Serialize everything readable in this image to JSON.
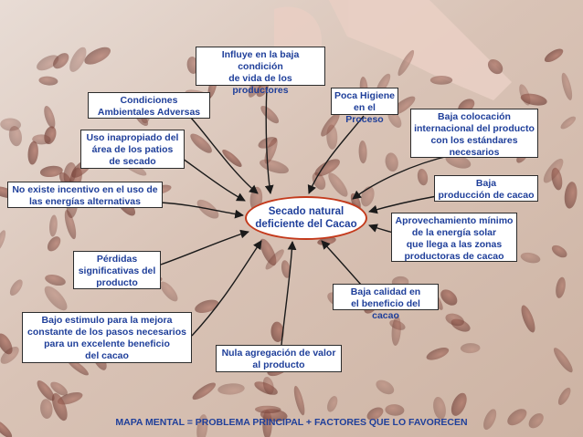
{
  "central_topic": "Secado natural\ndeficiente del Cacao",
  "factors": [
    {
      "id": "influye",
      "text": "Influye en la baja condición\n de  vida de los\nproductores"
    },
    {
      "id": "poca_higiene",
      "text": "Poca Higiene\nen el Proceso"
    },
    {
      "id": "condiciones",
      "text": "Condiciones\nAmbientales Adversas"
    },
    {
      "id": "baja_colocacion",
      "text": "Baja colocación\ninternacional del producto\ncon los estándares\nnecesarios"
    },
    {
      "id": "uso_inapropiado",
      "text": "Uso inapropiado del\nárea de los patios\nde secado"
    },
    {
      "id": "no_incentivo",
      "text": "No existe incentivo en el uso de\nlas energías alternativas"
    },
    {
      "id": "baja_produccion",
      "text": "Baja\nproducción de cacao"
    },
    {
      "id": "aprovechamiento",
      "text": "Aprovechamiento mínimo\nde la energía solar\nque llega a las zonas\nproductoras de cacao"
    },
    {
      "id": "perdidas",
      "text": "Pérdidas\nsignificativas del\nproducto"
    },
    {
      "id": "baja_calidad",
      "text": "Baja calidad en\nel beneficio del cacao"
    },
    {
      "id": "bajo_estimulo",
      "text": "Bajo estimulo para la mejora\nconstante de los pasos necesarios\npara un excelente beneficio\ndel cacao"
    },
    {
      "id": "nula_agregacion",
      "text": "Nula agregación de valor\nal producto"
    }
  ],
  "footer": "MAPA MENTAL = PROBLEMA PRINCIPAL + FACTORES QUE LO FAVORECEN",
  "colors": {
    "text": "#1f3f9a",
    "ellipse_border": "#c43a1c",
    "box_border": "#2c2c2c",
    "arrow": "#1a1a1a"
  }
}
